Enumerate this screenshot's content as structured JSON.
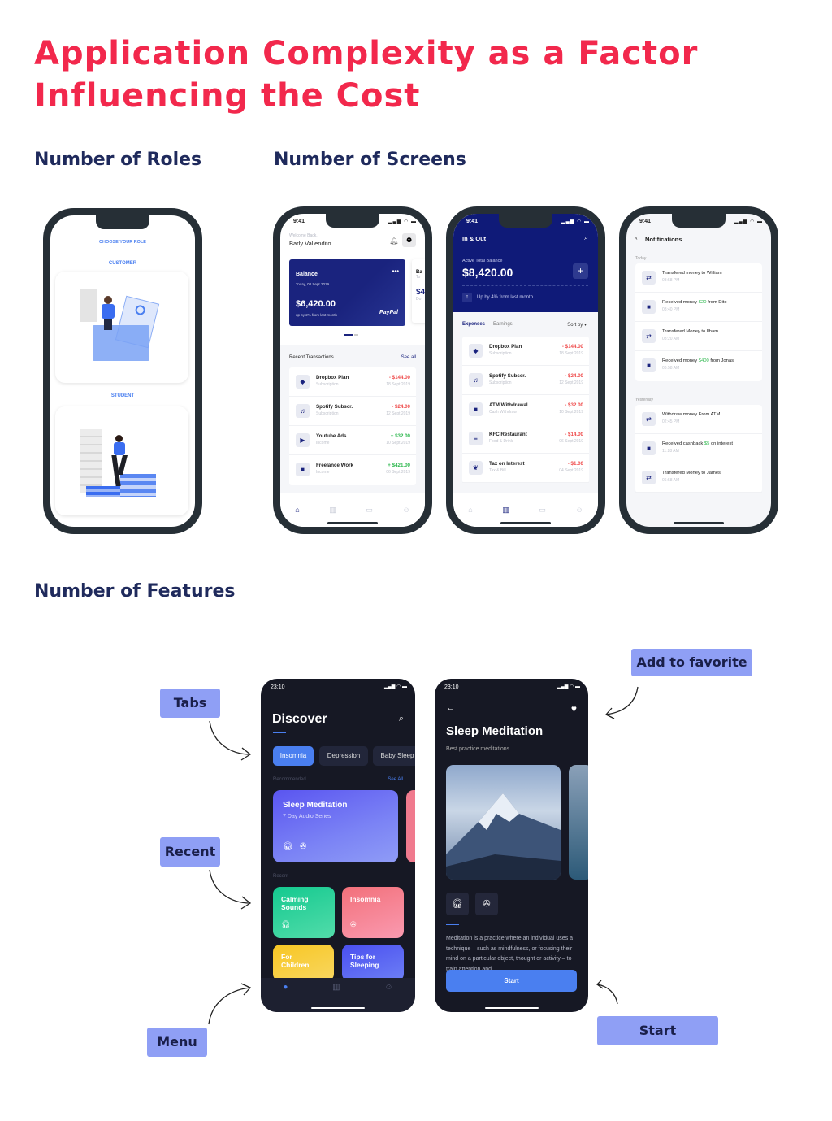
{
  "title": {
    "line1": "Application Complexity as a Factor",
    "line2": "Influencing the Cost"
  },
  "sections": {
    "roles": "Number of Roles",
    "screens": "Number of Screens",
    "features": "Number of Features"
  },
  "colors": {
    "title": "#f2284c",
    "heading": "#1f2a5c",
    "label_bg": "#8f9ff5",
    "navy": "#1a237e",
    "accent_blue": "#4a7ff0"
  },
  "roles_phone": {
    "heading": "CHOOSE YOUR ROLE",
    "roles": [
      {
        "label": "CUSTOMER"
      },
      {
        "label": "STUDENT"
      }
    ]
  },
  "home_phone": {
    "time": "9:41",
    "welcome": "Welcome Back,",
    "user": "Barly Vallendito",
    "card": {
      "title": "Balance",
      "date": "Today, 08 Sept 2019",
      "amount": "$6,420.00",
      "change": "up by 2% from last month",
      "brand": "PayPal"
    },
    "peek": {
      "title": "Ba",
      "sub": "To",
      "amount": "$4",
      "change": "Do"
    },
    "recent_label": "Recent Transactions",
    "see_all": "See all",
    "transactions": [
      {
        "name": "Dropbox Plan",
        "type": "Subscription",
        "amount": "- $144.00",
        "date": "18 Sept 2019",
        "icon": "dropbox-icon",
        "glyph": "◆"
      },
      {
        "name": "Spotify Subscr.",
        "type": "Subscription",
        "amount": "- $24.00",
        "date": "12 Sept 2019",
        "icon": "music-note-icon",
        "glyph": "♫"
      },
      {
        "name": "Youtube Ads.",
        "type": "Income",
        "amount": "+ $32.00",
        "date": "10 Sept 2019",
        "icon": "youtube-icon",
        "glyph": "▶"
      },
      {
        "name": "Freelance Work",
        "type": "Income",
        "amount": "+ $421.00",
        "date": "06 Sept 2019",
        "icon": "briefcase-icon",
        "glyph": "■"
      }
    ]
  },
  "inout_phone": {
    "time": "9:41",
    "title": "In & Out",
    "balance_label": "Active Total Balance",
    "balance": "$8,420.00",
    "change": "Up by 4% from last month",
    "tabs": [
      "Expenses",
      "Earnings"
    ],
    "sort": "Sort by",
    "transactions": [
      {
        "name": "Dropbox Plan",
        "type": "Subscription",
        "amount": "- $144.00",
        "date": "18 Sept 2019",
        "glyph": "◆"
      },
      {
        "name": "Spotify Subscr.",
        "type": "Subscription",
        "amount": "- $24.00",
        "date": "12 Sept 2019",
        "glyph": "♫"
      },
      {
        "name": "ATM Withdrawal",
        "type": "Cash Withdraw",
        "amount": "- $32.00",
        "date": "10 Sept 2019",
        "glyph": "■"
      },
      {
        "name": "KFC Restaurant",
        "type": "Food & Drink",
        "amount": "- $14.00",
        "date": "06 Sept 2019",
        "glyph": "≡"
      },
      {
        "name": "Tax on Interest",
        "type": "Tax & Bill",
        "amount": "- $1.00",
        "date": "04 Sept 2019",
        "glyph": "❦"
      }
    ]
  },
  "notif_phone": {
    "time": "9:41",
    "title": "Notifications",
    "today": "Today",
    "yesterday": "Yesterday",
    "today_items": [
      {
        "pre": "Transfered money to William",
        "amt": "",
        "post": "",
        "time": "08:58 PM",
        "glyph": "⇄"
      },
      {
        "pre": "Received money ",
        "amt": "$20",
        "post": " from Dito",
        "time": "08:40 PM",
        "glyph": "■"
      },
      {
        "pre": "Transfered Money to Ilham",
        "amt": "",
        "post": "",
        "time": "08:20 AM",
        "glyph": "⇄"
      },
      {
        "pre": "Received money ",
        "amt": "$400",
        "post": " from Jonas",
        "time": "06:58 AM",
        "glyph": "■"
      }
    ],
    "yesterday_items": [
      {
        "pre": "Withdraw money From ATM",
        "amt": "",
        "post": "",
        "time": "02:45 PM",
        "glyph": "⇄"
      },
      {
        "pre": "Received cashback ",
        "amt": "$5",
        "post": " on interest",
        "time": "11:28 AM",
        "glyph": "■"
      },
      {
        "pre": "Transfered Money to James",
        "amt": "",
        "post": "",
        "time": "06:58 AM",
        "glyph": "⇄"
      }
    ]
  },
  "discover_phone": {
    "time": "23:10",
    "title": "Discover",
    "tabs": [
      "Insomnia",
      "Depression",
      "Baby Sleep"
    ],
    "recommended": "Recommended",
    "see_all": "See All",
    "featured": {
      "title": "Sleep Meditation",
      "sub": "7 Day Audio Series"
    },
    "recent": "Recent",
    "tiles": [
      "Calming Sounds",
      "Insomnia",
      "For Children",
      "Tips for Sleeping"
    ]
  },
  "detail_phone": {
    "time": "23:10",
    "title": "Sleep Meditation",
    "sub": "Best practice meditations",
    "body": "Meditation is a practice where an individual uses a technique – such as mindfulness, or focusing their mind on a particular object, thought or activity – to train attention and",
    "start": "Start"
  },
  "callouts": {
    "tabs": "Tabs",
    "recent": "Recent",
    "menu": "Menu",
    "favorite": "Add to favorite",
    "start": "Start"
  }
}
